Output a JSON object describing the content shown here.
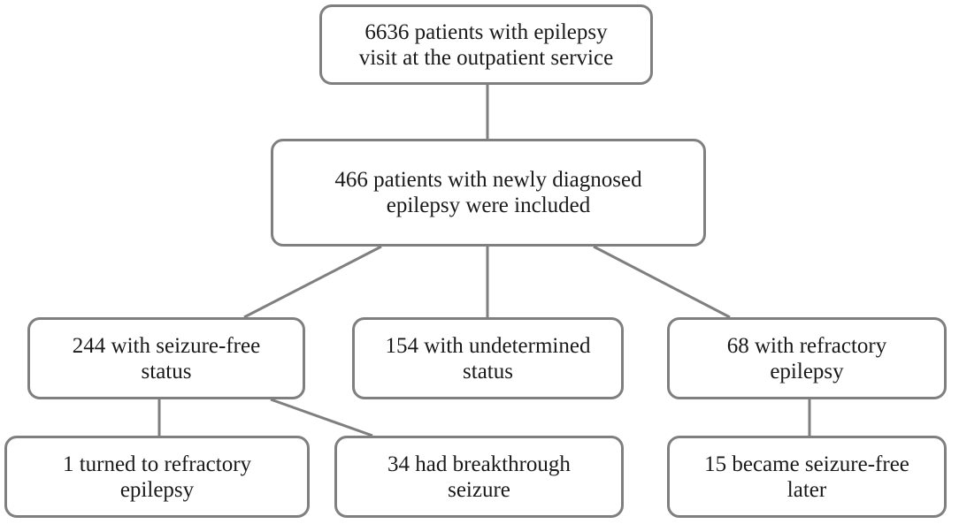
{
  "nodes": {
    "root": {
      "lines": [
        "6636 patients with epilepsy",
        "visit at the outpatient service"
      ]
    },
    "included": {
      "lines": [
        "466 patients with newly diagnosed",
        "epilepsy were included"
      ]
    },
    "seizure_free": {
      "lines": [
        "244 with seizure-free",
        "status"
      ]
    },
    "undetermined": {
      "lines": [
        "154 with undetermined",
        "status"
      ]
    },
    "refractory": {
      "lines": [
        "68 with refractory",
        "epilepsy"
      ]
    },
    "turned_refractory": {
      "lines": [
        "1 turned to refractory",
        "epilepsy"
      ]
    },
    "breakthrough": {
      "lines": [
        "34 had breakthrough",
        "seizure"
      ]
    },
    "became_seizure_free": {
      "lines": [
        "15 became seizure-free",
        "later"
      ]
    }
  },
  "colors": {
    "border": "#7f7f7f",
    "connector": "#7f7f7f",
    "text": "#1a1a1a",
    "background": "#ffffff"
  }
}
